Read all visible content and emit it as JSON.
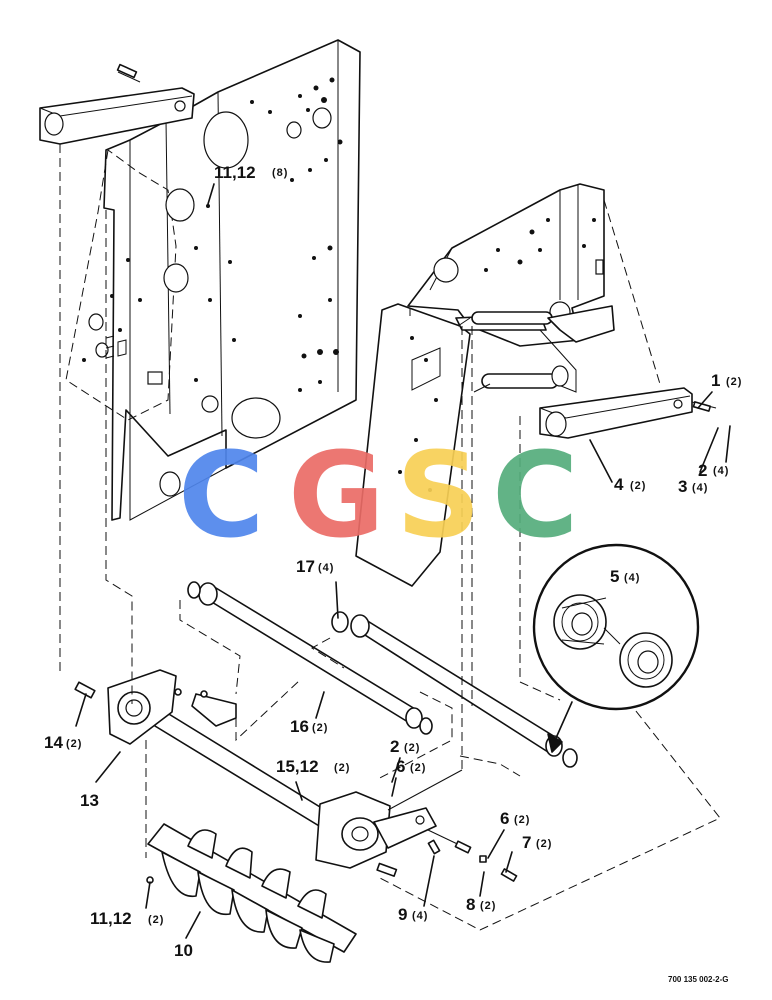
{
  "watermark": {
    "letters": [
      {
        "char": "C",
        "color": "#4f86ec"
      },
      {
        "char": "G",
        "color": "#ea6b66"
      },
      {
        "char": "S",
        "color": "#f7cf55"
      },
      {
        "char": "C",
        "color": "#55ad7c"
      }
    ]
  },
  "callouts": {
    "c1": {
      "num": "1",
      "qty": "(2)"
    },
    "c2a": {
      "num": "2",
      "qty": "(4)"
    },
    "c3": {
      "num": "3",
      "qty": "(4)"
    },
    "c4": {
      "num": "4",
      "qty": "(2)"
    },
    "c5": {
      "num": "5",
      "qty": "(4)"
    },
    "c17": {
      "num": "17",
      "qty": "(4)"
    },
    "c16": {
      "num": "16",
      "qty": "(2)"
    },
    "c1112a": {
      "num": "11,12",
      "qty": "(8)"
    },
    "c14": {
      "num": "14",
      "qty": "(2)"
    },
    "c13": {
      "num": "13",
      "qty": ""
    },
    "c1512": {
      "num": "15,12",
      "qty": "(2)"
    },
    "c2b": {
      "num": "2",
      "qty": "(2)"
    },
    "c6a": {
      "num": "6",
      "qty": "(2)"
    },
    "c6b": {
      "num": "6",
      "qty": "(2)"
    },
    "c7": {
      "num": "7",
      "qty": "(2)"
    },
    "c8": {
      "num": "8",
      "qty": "(2)"
    },
    "c9": {
      "num": "9",
      "qty": "(4)"
    },
    "c1112b": {
      "num": "11,12",
      "qty": "(2)"
    },
    "c10": {
      "num": "10",
      "qty": ""
    }
  },
  "figure_number": "700 135 002-2-G",
  "icons": {
    "bearing_detail": "bearing-pair-detail-icon"
  }
}
